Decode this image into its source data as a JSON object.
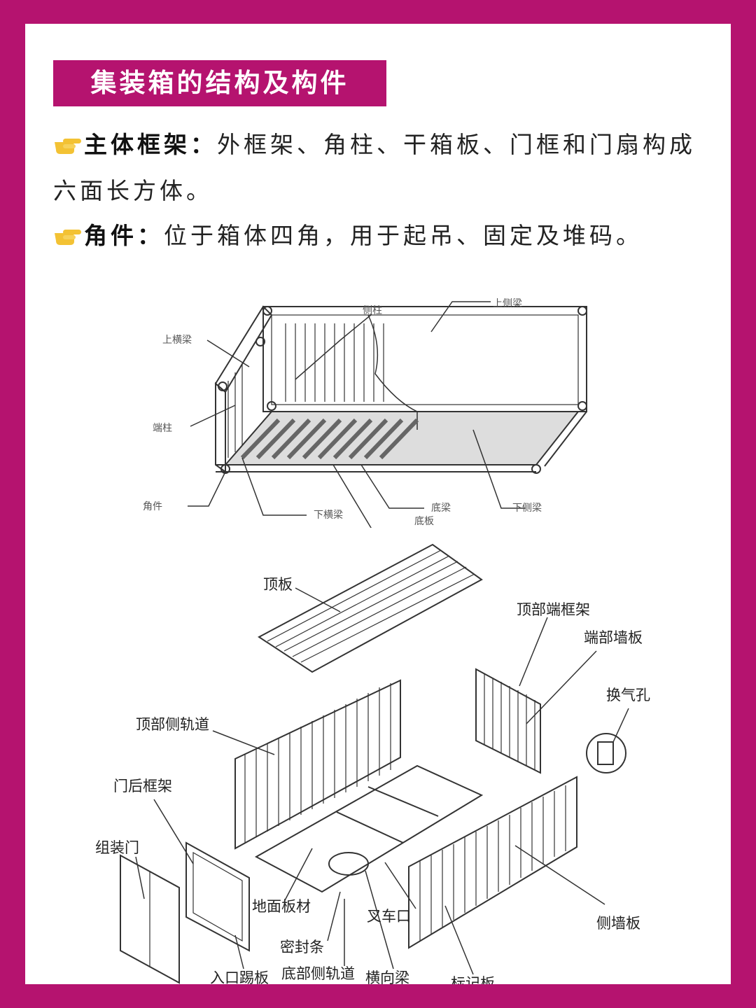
{
  "title": "集装箱的结构及构件",
  "paragraphs": [
    {
      "term": "主体框架：",
      "text": "外框架、角柱、干箱板、门框和门扇构成六面长方体。"
    },
    {
      "term": "角件：",
      "text": "位于箱体四角，用于起吊、固定及堆码。"
    }
  ],
  "icon": "pointing-hand-icon",
  "colors": {
    "background": "#b5136f",
    "card": "#ffffff",
    "title_text": "#ffffff",
    "hand": "#f3c234"
  },
  "diagram1": {
    "labels": {
      "side_post": "侧柱",
      "top_side_beam": "上侧梁",
      "top_cross_beam": "上横梁",
      "end_post": "端柱",
      "corner_fitting": "角件",
      "bottom_cross_beam": "下横梁",
      "floor_beam": "底梁",
      "bottom_side_beam": "下侧梁",
      "floor_panel": "底板"
    }
  },
  "diagram2": {
    "labels": {
      "roof_panel": "顶板",
      "top_end_frame": "顶部端框架",
      "end_wall": "端部墙板",
      "vent": "换气孔",
      "top_side_rail": "顶部侧轨道",
      "rear_door_frame": "门后框架",
      "door_assembly": "组装门",
      "floor_board": "地面板材",
      "forklift_pocket": "叉车口",
      "side_wall": "侧墙板",
      "seal_strip": "密封条",
      "entry_kickplate": "入口踢板",
      "bottom_side_rail": "底部侧轨道",
      "cross_member": "横向梁",
      "marking_plate": "标记板"
    }
  }
}
